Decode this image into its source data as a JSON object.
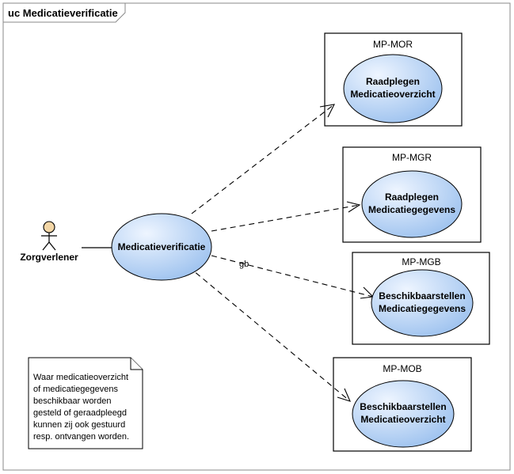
{
  "diagram": {
    "title": "uc Medicatieverificatie",
    "actor": {
      "name": "Zorgverlener"
    },
    "central_use_case": {
      "label": "Medicatieverificatie"
    },
    "dependency_label": "gb",
    "systems": [
      {
        "name": "MP-MOR",
        "use_case": [
          "Raadplegen",
          "Medicatieoverzicht"
        ]
      },
      {
        "name": "MP-MGR",
        "use_case": [
          "Raadplegen",
          "Medicatiegegevens"
        ]
      },
      {
        "name": "MP-MGB",
        "use_case": [
          "Beschikbaarstellen",
          "Medicatiegegevens"
        ]
      },
      {
        "name": "MP-MOB",
        "use_case": [
          "Beschikbaarstellen",
          "Medicatieoverzicht"
        ]
      }
    ],
    "note": {
      "lines": [
        "Waar medicatieoverzicht",
        "of medicatiegegevens",
        "beschikbaar worden",
        "gesteld of geraadpleegd",
        "kunnen zij ook gestuurd",
        "resp. ontvangen worden."
      ]
    },
    "colors": {
      "use_case_fill_light": "#eef5ff",
      "use_case_fill_dark": "#9fc3ef",
      "actor_head": "#f3d6a6",
      "line": "#000000"
    }
  }
}
